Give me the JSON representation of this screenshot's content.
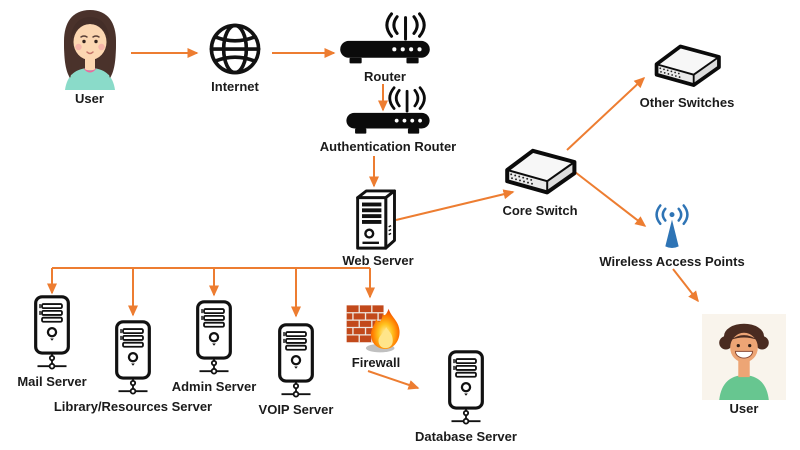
{
  "diagram": {
    "type": "network-topology",
    "colors": {
      "background": "#FFFFFF",
      "arrow": "#ED7D31",
      "icon_stroke": "#111111",
      "wap_blue": "#2E74B5",
      "firewall_brick": "#C2491B",
      "flame_yellow": "#FFE066",
      "flame_orange": "#FF7A00",
      "label_text": "#1B1B1B",
      "user_photo_bg": "#F9F4EC"
    },
    "nodes": {
      "user_top": {
        "label": "User",
        "icon": "woman-avatar-icon"
      },
      "internet": {
        "label": "Internet",
        "icon": "globe-icon"
      },
      "router": {
        "label": "Router",
        "icon": "wireless-router-icon"
      },
      "auth_router": {
        "label": "Authentication Router",
        "icon": "wireless-router-icon"
      },
      "web_server": {
        "label": "Web Server",
        "icon": "tower-server-3d-icon"
      },
      "core_switch": {
        "label": "Core Switch",
        "icon": "network-switch-icon"
      },
      "other_switches": {
        "label": "Other Switches",
        "icon": "network-switch-icon"
      },
      "wireless_ap": {
        "label": "Wireless Access Points",
        "icon": "antenna-signal-icon"
      },
      "user_bottom": {
        "label": "User",
        "icon": "man-avatar-icon"
      },
      "mail_server": {
        "label": "Mail Server",
        "icon": "server-node-icon"
      },
      "library_server": {
        "label": "Library/Resources Server",
        "icon": "server-node-icon"
      },
      "admin_server": {
        "label": "Admin Server",
        "icon": "server-node-icon"
      },
      "voip_server": {
        "label": "VOIP Server",
        "icon": "server-node-icon"
      },
      "firewall": {
        "label": "Firewall",
        "icon": "firewall-flame-icon"
      },
      "database_server": {
        "label": "Database Server",
        "icon": "server-node-icon"
      }
    },
    "edges": [
      {
        "from": "User",
        "to": "Internet"
      },
      {
        "from": "Internet",
        "to": "Router"
      },
      {
        "from": "Router",
        "to": "Authentication Router"
      },
      {
        "from": "Authentication Router",
        "to": "Web Server"
      },
      {
        "from": "Web Server",
        "to": "Core Switch"
      },
      {
        "from": "Core Switch",
        "to": "Other Switches"
      },
      {
        "from": "Core Switch",
        "to": "Wireless Access Points"
      },
      {
        "from": "Wireless Access Points",
        "to": "User"
      },
      {
        "from": "Web Server",
        "to": "Mail Server"
      },
      {
        "from": "Web Server",
        "to": "Library/Resources Server"
      },
      {
        "from": "Web Server",
        "to": "Admin Server"
      },
      {
        "from": "Web Server",
        "to": "VOIP Server"
      },
      {
        "from": "Web Server",
        "to": "Firewall"
      },
      {
        "from": "Firewall",
        "to": "Database Server"
      }
    ]
  }
}
